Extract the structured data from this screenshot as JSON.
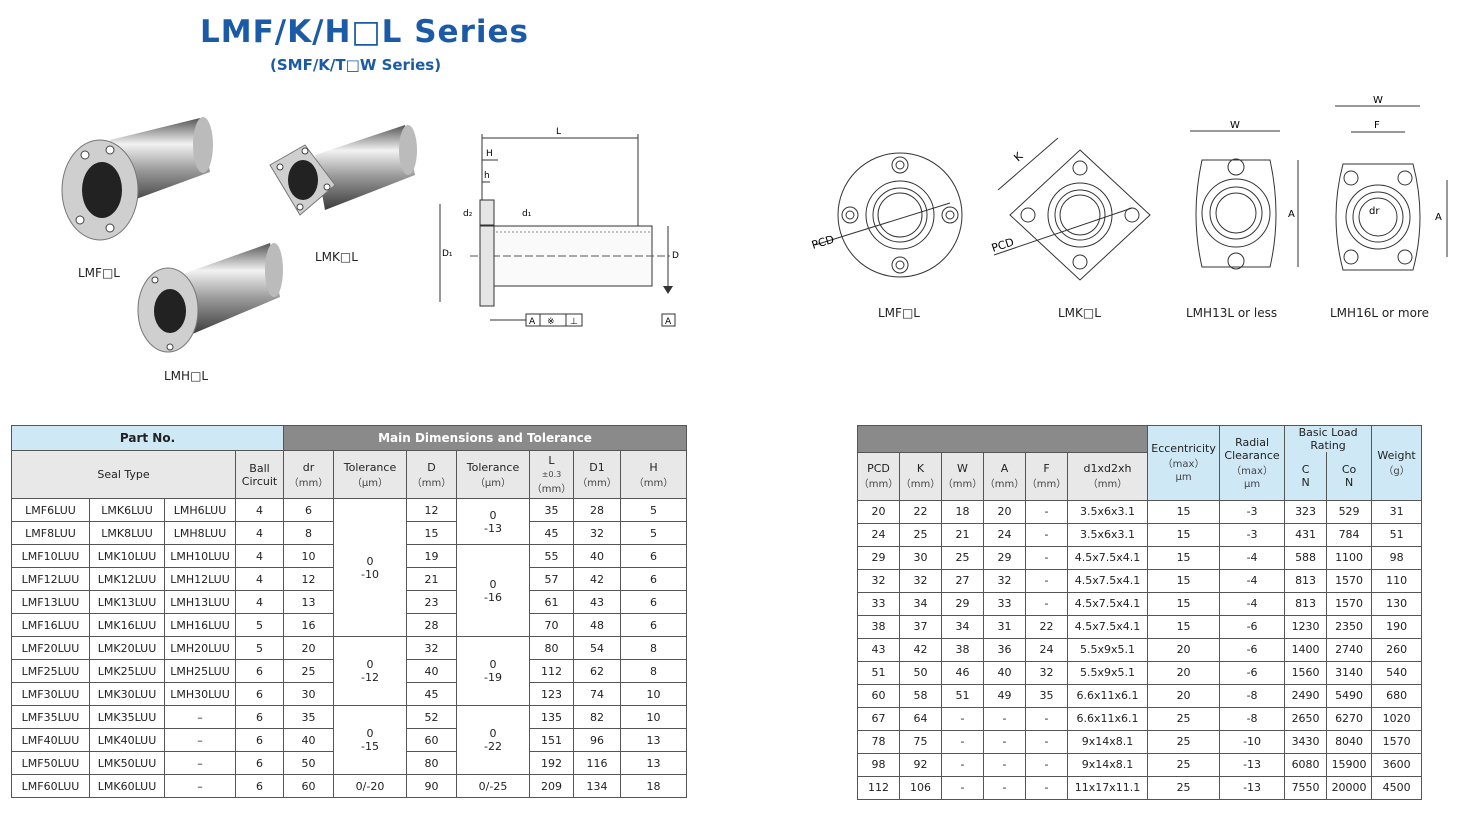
{
  "title": "LMF/K/H□L Series",
  "subtitle": "(SMF/K/T□W Series)",
  "product_labels": {
    "lmf": "LMF□L",
    "lmk": "LMK□L",
    "lmh": "LMH□L"
  },
  "drawing_labels": {
    "L": "L",
    "H": "H",
    "h": "h",
    "d2": "d₂",
    "d1": "d₁",
    "D1": "D₁",
    "D": "D",
    "A": "A",
    "sym": "※",
    "perp": "⊥"
  },
  "flange_labels": {
    "lmf": "LMF□L",
    "lmk": "LMK□L",
    "lmh13": "LMH13L or less",
    "lmh16": "LMH16L or more",
    "pcd": "PCD",
    "K": "K",
    "W": "W",
    "F": "F",
    "A": "A",
    "dr": "dr"
  },
  "left_table": {
    "header_part": "Part No.",
    "header_main": "Main Dimensions and Tolerance",
    "seal_type": "Seal Type",
    "ball_circuit": [
      "Ball",
      "Circuit"
    ],
    "dr": [
      "dr",
      "（mm）"
    ],
    "tol1": [
      "Tolerance",
      "（μm）"
    ],
    "D": [
      "D",
      "（mm）"
    ],
    "tol2": [
      "Tolerance",
      "（μm）"
    ],
    "L": [
      "L",
      "±0.3",
      "（mm）"
    ],
    "D1": [
      "D1",
      "（mm）"
    ],
    "H": [
      "H",
      "（mm）"
    ],
    "tol1_groups": [
      "0\n-10",
      "0\n-12",
      "0\n-15",
      "0/-20"
    ],
    "tol2_groups": [
      "0\n-13",
      "0\n-16",
      "0\n-19",
      "0\n-22",
      "0/-25"
    ],
    "rows": [
      [
        "LMF6LUU",
        "LMK6LUU",
        "LMH6LUU",
        "4",
        "6",
        "12",
        "35",
        "28",
        "5"
      ],
      [
        "LMF8LUU",
        "LMK8LUU",
        "LMH8LUU",
        "4",
        "8",
        "15",
        "45",
        "32",
        "5"
      ],
      [
        "LMF10LUU",
        "LMK10LUU",
        "LMH10LUU",
        "4",
        "10",
        "19",
        "55",
        "40",
        "6"
      ],
      [
        "LMF12LUU",
        "LMK12LUU",
        "LMH12LUU",
        "4",
        "12",
        "21",
        "57",
        "42",
        "6"
      ],
      [
        "LMF13LUU",
        "LMK13LUU",
        "LMH13LUU",
        "4",
        "13",
        "23",
        "61",
        "43",
        "6"
      ],
      [
        "LMF16LUU",
        "LMK16LUU",
        "LMH16LUU",
        "5",
        "16",
        "28",
        "70",
        "48",
        "6"
      ],
      [
        "LMF20LUU",
        "LMK20LUU",
        "LMH20LUU",
        "5",
        "20",
        "32",
        "80",
        "54",
        "8"
      ],
      [
        "LMF25LUU",
        "LMK25LUU",
        "LMH25LUU",
        "6",
        "25",
        "40",
        "112",
        "62",
        "8"
      ],
      [
        "LMF30LUU",
        "LMK30LUU",
        "LMH30LUU",
        "6",
        "30",
        "45",
        "123",
        "74",
        "10"
      ],
      [
        "LMF35LUU",
        "LMK35LUU",
        "–",
        "6",
        "35",
        "52",
        "135",
        "82",
        "10"
      ],
      [
        "LMF40LUU",
        "LMK40LUU",
        "–",
        "6",
        "40",
        "60",
        "151",
        "96",
        "13"
      ],
      [
        "LMF50LUU",
        "LMK50LUU",
        "–",
        "6",
        "50",
        "80",
        "192",
        "116",
        "13"
      ],
      [
        "LMF60LUU",
        "LMK60LUU",
        "–",
        "6",
        "60",
        "90",
        "209",
        "134",
        "18"
      ]
    ]
  },
  "right_table": {
    "ecc": [
      "Eccentricity",
      "（max）",
      "μm"
    ],
    "rad": [
      "Radial",
      "Clearance",
      "（max）",
      "μm"
    ],
    "load": [
      "Basic Load",
      "Rating"
    ],
    "C": [
      "C",
      "N"
    ],
    "Co": [
      "Co",
      "N"
    ],
    "weight": [
      "Weight",
      "（g）"
    ],
    "cols": [
      [
        "PCD",
        "（mm）"
      ],
      [
        "K",
        "（mm）"
      ],
      [
        "W",
        "（mm）"
      ],
      [
        "A",
        "（mm）"
      ],
      [
        "F",
        "（mm）"
      ],
      [
        "d1xd2xh",
        "（mm）"
      ]
    ],
    "rows": [
      [
        "20",
        "22",
        "18",
        "20",
        "-",
        "3.5x6x3.1",
        "15",
        "-3",
        "323",
        "529",
        "31"
      ],
      [
        "24",
        "25",
        "21",
        "24",
        "-",
        "3.5x6x3.1",
        "15",
        "-3",
        "431",
        "784",
        "51"
      ],
      [
        "29",
        "30",
        "25",
        "29",
        "-",
        "4.5x7.5x4.1",
        "15",
        "-4",
        "588",
        "1100",
        "98"
      ],
      [
        "32",
        "32",
        "27",
        "32",
        "-",
        "4.5x7.5x4.1",
        "15",
        "-4",
        "813",
        "1570",
        "110"
      ],
      [
        "33",
        "34",
        "29",
        "33",
        "-",
        "4.5x7.5x4.1",
        "15",
        "-4",
        "813",
        "1570",
        "130"
      ],
      [
        "38",
        "37",
        "34",
        "31",
        "22",
        "4.5x7.5x4.1",
        "15",
        "-6",
        "1230",
        "2350",
        "190"
      ],
      [
        "43",
        "42",
        "38",
        "36",
        "24",
        "5.5x9x5.1",
        "20",
        "-6",
        "1400",
        "2740",
        "260"
      ],
      [
        "51",
        "50",
        "46",
        "40",
        "32",
        "5.5x9x5.1",
        "20",
        "-6",
        "1560",
        "3140",
        "540"
      ],
      [
        "60",
        "58",
        "51",
        "49",
        "35",
        "6.6x11x6.1",
        "20",
        "-8",
        "2490",
        "5490",
        "680"
      ],
      [
        "67",
        "64",
        "-",
        "-",
        "-",
        "6.6x11x6.1",
        "25",
        "-8",
        "2650",
        "6270",
        "1020"
      ],
      [
        "78",
        "75",
        "-",
        "-",
        "-",
        "9x14x8.1",
        "25",
        "-10",
        "3430",
        "8040",
        "1570"
      ],
      [
        "98",
        "92",
        "-",
        "-",
        "-",
        "9x14x8.1",
        "25",
        "-13",
        "6080",
        "15900",
        "3600"
      ],
      [
        "112",
        "106",
        "-",
        "-",
        "-",
        "11x17x11.1",
        "25",
        "-13",
        "7550",
        "20000",
        "4500"
      ]
    ]
  }
}
